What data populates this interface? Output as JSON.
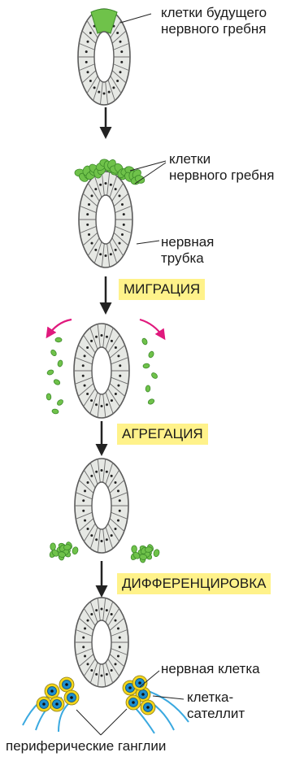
{
  "labels": {
    "future_crest_line1": "клетки будущего",
    "future_crest_line2": "нервного гребня",
    "crest_line1": "клетки",
    "crest_line2": "нервного гребня",
    "tube_line1": "нервная",
    "tube_line2": "трубка",
    "nerve_cell": "нервная клетка",
    "satellite_line1": "клетка-",
    "satellite_line2": "сателлит",
    "ganglia": "периферические ганглии"
  },
  "stages": {
    "migration": "МИГРАЦИЯ",
    "aggregation": "АГРЕГАЦИЯ",
    "differentiation": "ДИФФЕРЕНЦИРОВКА"
  },
  "colors": {
    "crest_green": "#6fc24a",
    "crest_green_dark": "#3d8a2a",
    "tube_fill": "#e6e8e4",
    "cell_outline": "#5a5a5a",
    "stage_highlight": "#fff28a",
    "migration_arrow": "#e0197d",
    "neuron_yellow": "#f3d51c",
    "neuron_blue": "#1e8fcf",
    "axon_blue": "#3aa9e0"
  }
}
